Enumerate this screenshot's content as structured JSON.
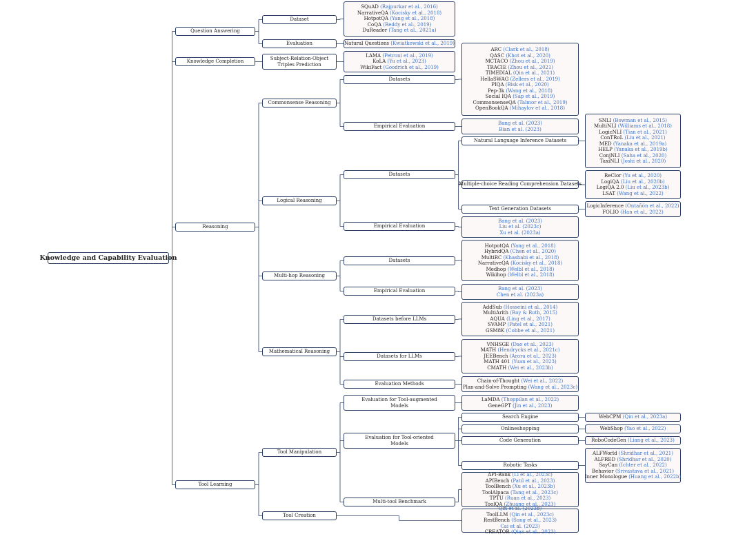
{
  "root": "Knowledge and Capability Evaluation",
  "l1": {
    "qa": "Question Answering",
    "kc": "Knowledge Completion",
    "reasoning": "Reasoning",
    "tool": "Tool Learning"
  },
  "l2": {
    "dataset": "Dataset",
    "evaluation": "Evaluation",
    "sro": "Subject-Relation-Object Triples Prediction",
    "commonsense": "Commonsense Reasoning",
    "logical": "Logical Reasoning",
    "multihop": "Multi-hop Reasoning",
    "math": "Mathematical Reasoning",
    "toolmanip": "Tool Manipulation",
    "toolcreate": "Tool Creation"
  },
  "l3": {
    "cs_datasets": "Datasets",
    "cs_empirical": "Empirical Evaluation",
    "lg_datasets": "Datasets",
    "lg_empirical": "Empirical Evaluation",
    "mh_datasets": "Datasets",
    "mh_empirical": "Empirical Evaluation",
    "math_before": "Datasets before LLMs",
    "math_for": "Datasets for LLMs",
    "math_methods": "Evaluation Methods",
    "tool_aug": "Evaluation for Tool-augmented Models",
    "tool_oriented": "Evaluation for Tool-oriented Models",
    "multitool": "Multi-tool Benchmark"
  },
  "l4": {
    "nli": "Natural Language Inference Datasets",
    "mcrc": "Multiple-choice Reading Comprehension Datasets",
    "textgen": "Text Generation Datasets",
    "search": "Search Engine",
    "shopping": "Onlineshopping",
    "codegen": "Code Generation",
    "robotic": "Robotic Tasks"
  },
  "leaves": {
    "qa_dataset": [
      {
        "name": "SQuAD",
        "cite": "(Rajpurkar et al., 2016)"
      },
      {
        "name": "NarrativeQA",
        "cite": "(Kocisky et al., 2018)"
      },
      {
        "name": "HotpotQA",
        "cite": "(Yang et al., 2018)"
      },
      {
        "name": "CoQA",
        "cite": "(Reddy et al., 2019)"
      },
      {
        "name": "DuReader",
        "cite": "(Tang et al., 2021a)"
      }
    ],
    "qa_eval": [
      {
        "name": "Natural Questions",
        "cite": "(Kwiatkowski et al., 2019)"
      }
    ],
    "kc": [
      {
        "name": "LAMA",
        "cite": "(Petroni et al., 2019)"
      },
      {
        "name": "KoLA",
        "cite": "(Yu et al., 2023)"
      },
      {
        "name": "WikiFact",
        "cite": "(Goodrich et al., 2019)"
      }
    ],
    "cs_datasets": [
      {
        "name": "ARC",
        "cite": "(Clark et al., 2018)"
      },
      {
        "name": "QASC",
        "cite": "(Khot et al., 2020)"
      },
      {
        "name": "MCTACO",
        "cite": "(Zhou et al., 2019)"
      },
      {
        "name": "TRACIE",
        "cite": "(Zhou et al., 2021)"
      },
      {
        "name": "TIMEDIAL",
        "cite": "(Qin et al., 2021)"
      },
      {
        "name": "HellaSWAG",
        "cite": "(Zellers et al., 2019)"
      },
      {
        "name": "PIQA",
        "cite": "(Bisk et al., 2020)"
      },
      {
        "name": "Pep-3k",
        "cite": "(Wang et al., 2018)"
      },
      {
        "name": "Social IQA",
        "cite": "(Sap et al., 2019)"
      },
      {
        "name": "CommonsenseQA",
        "cite": "(Talmor et al., 2019)"
      },
      {
        "name": "OpenBookQA",
        "cite": "(Mihaylov et al., 2018)"
      }
    ],
    "cs_empirical": [
      {
        "name": "",
        "cite": "Bang et al. (2023)"
      },
      {
        "name": "",
        "cite": "Bian et al. (2023)"
      }
    ],
    "nli": [
      {
        "name": "SNLI",
        "cite": "(Bowman et al., 2015)"
      },
      {
        "name": "MultiNLI",
        "cite": "(Williams et al., 2018)"
      },
      {
        "name": "LogicNLI",
        "cite": "(Tian et al., 2021)"
      },
      {
        "name": "ConTRoL",
        "cite": "(Liu et al., 2021)"
      },
      {
        "name": "MED",
        "cite": "(Yanaka et al., 2019a)"
      },
      {
        "name": "HELP",
        "cite": "(Yanaka et al., 2019b)"
      },
      {
        "name": "ConjNLI",
        "cite": "(Saha et al., 2020)"
      },
      {
        "name": "TaxiNLI",
        "cite": "(Joshi et al., 2020)"
      }
    ],
    "mcrc": [
      {
        "name": "ReClor",
        "cite": "(Yu et al., 2020)"
      },
      {
        "name": "LogiQA",
        "cite": "(Liu et al., 2020b)"
      },
      {
        "name": "LogiQA 2.0",
        "cite": "(Liu et al., 2023b)"
      },
      {
        "name": "LSAT",
        "cite": "(Wang et al., 2022)"
      }
    ],
    "textgen": [
      {
        "name": "LogicInference",
        "cite": "(Ontañón et al., 2022)"
      },
      {
        "name": "FOLIO",
        "cite": "(Han et al., 2022)"
      }
    ],
    "lg_empirical": [
      {
        "name": "",
        "cite": "Bang et al. (2023)"
      },
      {
        "name": "",
        "cite": "Liu et al. (2023c)"
      },
      {
        "name": "",
        "cite": "Xu et al. (2023a)"
      }
    ],
    "mh_datasets": [
      {
        "name": "HotpotQA",
        "cite": "(Yang et al., 2018)"
      },
      {
        "name": "HybridQA",
        "cite": "(Chen et al., 2020)"
      },
      {
        "name": "MultiRC",
        "cite": "(Khashabi et al., 2018)"
      },
      {
        "name": "NarrativeQA",
        "cite": "(Kocisky et al., 2018)"
      },
      {
        "name": "Medhop",
        "cite": "(Welbl et al., 2018)"
      },
      {
        "name": "Wikihop",
        "cite": "(Welbl et al., 2018)"
      }
    ],
    "mh_empirical": [
      {
        "name": "",
        "cite": "Bang et al. (2023)"
      },
      {
        "name": "",
        "cite": "Chen et al. (2023a)"
      }
    ],
    "math_before": [
      {
        "name": "AddSub",
        "cite": "(Hosseini et al., 2014)"
      },
      {
        "name": "MultiArith",
        "cite": "(Roy & Roth, 2015)"
      },
      {
        "name": "AQUA",
        "cite": "(Ling et al., 2017)"
      },
      {
        "name": "SVAMP",
        "cite": "(Patel et al., 2021)"
      },
      {
        "name": "GSM8K",
        "cite": "(Cobbe et al., 2021)"
      }
    ],
    "math_for": [
      {
        "name": "VNHSGE",
        "cite": "(Dao et al., 2023)"
      },
      {
        "name": "MATH",
        "cite": "(Hendrycks et al., 2021c)"
      },
      {
        "name": "JEEBench",
        "cite": "(Arora et al., 2023)"
      },
      {
        "name": "MATH 401",
        "cite": "(Yuan et al., 2023)"
      },
      {
        "name": "CMATH",
        "cite": "(Wei et al., 2023b)"
      }
    ],
    "math_methods": [
      {
        "name": "Chain-of-Thought",
        "cite": "(Wei et al., 2022)"
      },
      {
        "name": "Plan-and-Solve Prompting",
        "cite": "(Wang et al., 2023c)"
      }
    ],
    "tool_aug": [
      {
        "name": "LaMDA",
        "cite": "(Thoppilan et al., 2022)"
      },
      {
        "name": "GeneGPT",
        "cite": "(Jin et al., 2023)"
      }
    ],
    "search": [
      {
        "name": "WebCPM",
        "cite": "(Qin et al., 2023a)"
      }
    ],
    "shopping": [
      {
        "name": "WebShop",
        "cite": "(Yao et al., 2022)"
      }
    ],
    "codegen": [
      {
        "name": "RoboCodeGen",
        "cite": "(Liang et al., 2023)"
      }
    ],
    "robotic": [
      {
        "name": "ALFWorld",
        "cite": "(Shridhar et al., 2021)"
      },
      {
        "name": "ALFRED",
        "cite": "(Shridhar et al., 2020)"
      },
      {
        "name": "SayCan",
        "cite": "(Ichter et al., 2022)"
      },
      {
        "name": "Behavior",
        "cite": "(Srivastava et al., 2021)"
      },
      {
        "name": "Inner Monologue",
        "cite": "(Huang et al., 2022b)"
      }
    ],
    "multitool": [
      {
        "name": "API-Bank",
        "cite": "(Li et al., 2023c)"
      },
      {
        "name": "APIBench",
        "cite": "(Patil et al., 2023)"
      },
      {
        "name": "ToolBench",
        "cite": "(Xu et al., 2023b)"
      },
      {
        "name": "ToolAlpaca",
        "cite": "(Tang et al., 2023c)"
      },
      {
        "name": "TPTU",
        "cite": "(Ruan et al., 2023)"
      },
      {
        "name": "ToolQA",
        "cite": "(Zhuang et al., 2023)"
      }
    ],
    "toolcreate": [
      {
        "name": "",
        "cite": "Qin et al. (2023b)"
      },
      {
        "name": "ToolLLM",
        "cite": "(Qin et al., 2023c)"
      },
      {
        "name": "RestBench",
        "cite": "(Song et al., 2023)"
      },
      {
        "name": "",
        "cite": "Cai et al. (2023)"
      },
      {
        "name": "CREATOR",
        "cite": "(Qian et al., 2023)"
      }
    ]
  }
}
